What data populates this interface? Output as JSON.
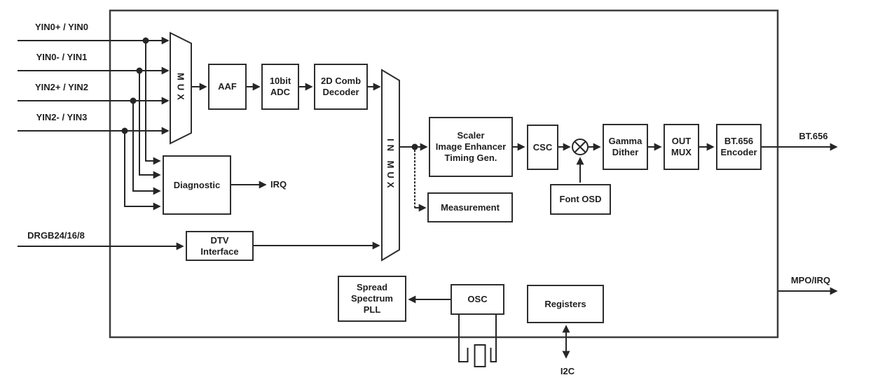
{
  "diagram": {
    "type": "block-diagram",
    "description": "Video decoder / scaler chip functional block diagram",
    "colors": {
      "line": "#2a2a2a",
      "border": "#2e2e2e",
      "background": "#ffffff",
      "text": "#1f1f1f"
    },
    "inputs": [
      "YIN0+ / YIN0",
      "YIN0- / YIN1",
      "YIN2+ / YIN2",
      "YIN2- / YIN3"
    ],
    "drgb_input": "DRGB24/16/8",
    "outputs": {
      "bt656": "BT.656",
      "mpo_irq": "MPO/IRQ",
      "irq": "IRQ",
      "i2c": "I2C"
    },
    "blocks": {
      "mux": "MUX",
      "in_mux": "IN MUX",
      "aaf": [
        "AAF"
      ],
      "adc": [
        "10bit",
        "ADC"
      ],
      "comb": [
        "2D Comb",
        "Decoder"
      ],
      "scaler": [
        "Scaler",
        "Image Enhancer",
        "Timing Gen."
      ],
      "measurement": [
        "Measurement"
      ],
      "csc": [
        "CSC"
      ],
      "gamma": [
        "Gamma",
        "Dither"
      ],
      "out_mux": [
        "OUT",
        "MUX"
      ],
      "bt656_encoder": [
        "BT.656",
        "Encoder"
      ],
      "font_osd": [
        "Font OSD"
      ],
      "diagnostic": [
        "Diagnostic"
      ],
      "dtv": [
        "DTV",
        "Interface"
      ],
      "sspll": [
        "Spread",
        "Spectrum",
        "PLL"
      ],
      "osc": [
        "OSC"
      ],
      "registers": [
        "Registers"
      ]
    },
    "symbols": [
      "mixer-node",
      "crystal-oscillator",
      "junction-dots"
    ]
  }
}
